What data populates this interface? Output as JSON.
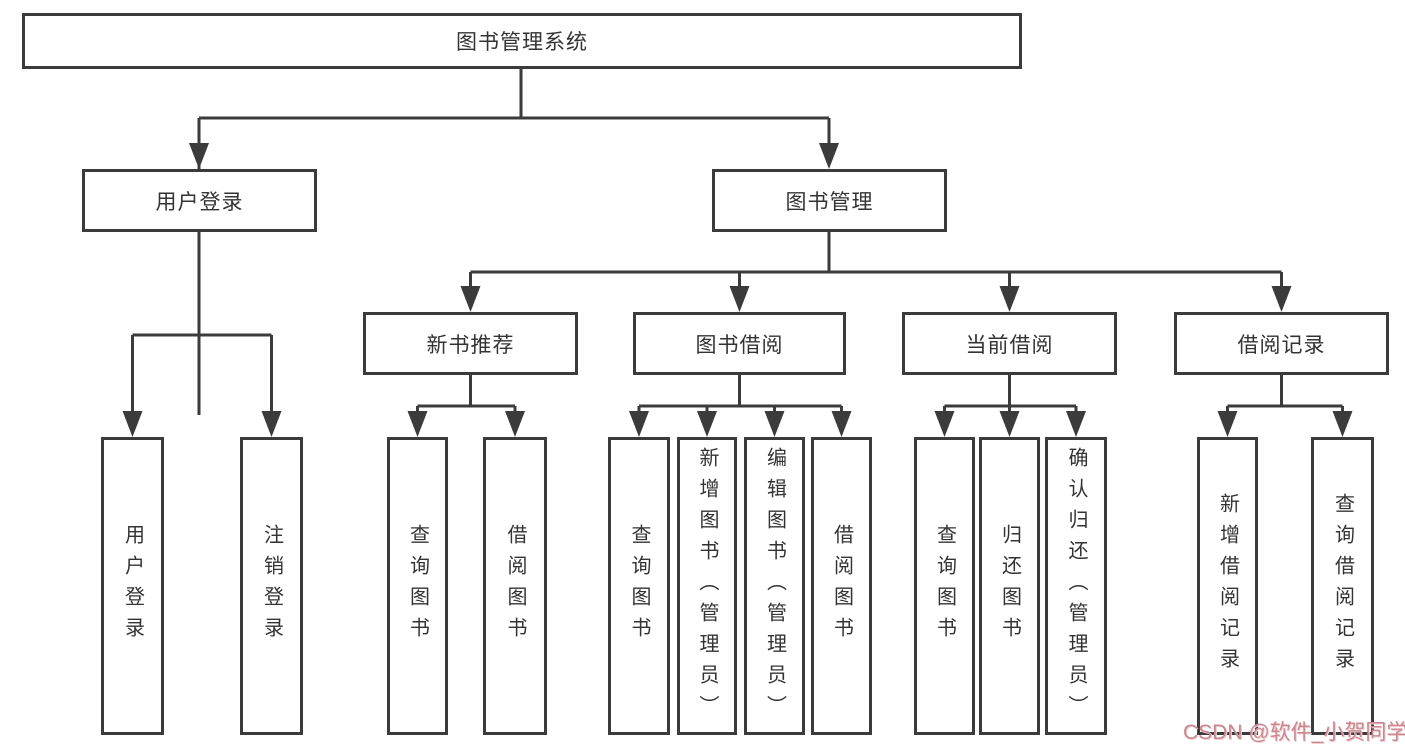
{
  "diagram": {
    "root": {
      "label": "图书管理系统",
      "children": [
        {
          "label": "用户登录",
          "children": [
            {
              "label": "用户登录"
            },
            {
              "label": "注销登录"
            }
          ]
        },
        {
          "label": "图书管理",
          "children": [
            {
              "label": "新书推荐",
              "children": [
                {
                  "label": "查询图书"
                },
                {
                  "label": "借阅图书"
                }
              ]
            },
            {
              "label": "图书借阅",
              "children": [
                {
                  "label": "查询图书"
                },
                {
                  "label": "新增图书（管理员）"
                },
                {
                  "label": "编辑图书（管理员）"
                },
                {
                  "label": "借阅图书"
                }
              ]
            },
            {
              "label": "当前借阅",
              "children": [
                {
                  "label": "查询图书"
                },
                {
                  "label": "归还图书"
                },
                {
                  "label": "确认归还（管理员）"
                }
              ]
            },
            {
              "label": "借阅记录",
              "children": [
                {
                  "label": "新增借阅记录"
                },
                {
                  "label": "查询借阅记录"
                }
              ]
            }
          ]
        }
      ]
    }
  },
  "watermark": {
    "text": "CSDN @软件_小贺同学"
  },
  "colors": {
    "line": "#3b3b3b",
    "text": "#333333",
    "background": "#ffffff",
    "watermark": "#c98891"
  }
}
